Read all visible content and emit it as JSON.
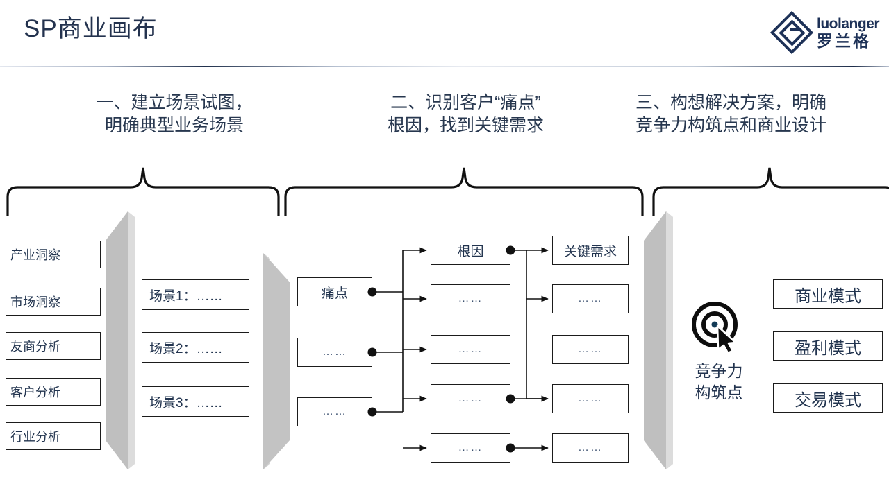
{
  "header": {
    "title": "SP商业画布",
    "logo": {
      "latin": "luolanger",
      "chinese": "罗兰格",
      "mark": "diamond-logo-icon"
    }
  },
  "sections": [
    {
      "id": "one",
      "heading": "一、建立场景试图，\n明确典型业务场景"
    },
    {
      "id": "two",
      "heading": "二、识别客户“痛点”\n根因，找到关键需求"
    },
    {
      "id": "three",
      "heading": "三、构想解决方案，明确\n竞争力构筑点和商业设计"
    }
  ],
  "section_one": {
    "insights": [
      {
        "label": "产业洞察"
      },
      {
        "label": "市场洞察"
      },
      {
        "label": "友商分析"
      },
      {
        "label": "客户分析"
      },
      {
        "label": "行业分析"
      }
    ],
    "scenes": [
      {
        "label": "场景1：……"
      },
      {
        "label": "场景2：……"
      },
      {
        "label": "场景3：……"
      }
    ]
  },
  "section_two": {
    "pain_points": [
      {
        "label": "痛点"
      },
      {
        "label": "……"
      },
      {
        "label": "……"
      }
    ],
    "root_causes": [
      {
        "label": "根因"
      },
      {
        "label": "……"
      },
      {
        "label": "……"
      },
      {
        "label": "……"
      },
      {
        "label": "……"
      }
    ],
    "key_needs": [
      {
        "label": "关键需求"
      },
      {
        "label": "……"
      },
      {
        "label": "……"
      },
      {
        "label": "……"
      },
      {
        "label": "……"
      }
    ]
  },
  "section_three": {
    "competitiveness": {
      "icon": "target-cursor-icon",
      "label": "竞争力\n构筑点"
    },
    "models": [
      {
        "label": "商业模式"
      },
      {
        "label": "盈利模式"
      },
      {
        "label": "交易模式"
      }
    ]
  },
  "colors": {
    "title": "#23324e",
    "text": "#22344f",
    "line": "#1b1b1b",
    "plate": "#bfbfbf",
    "plate_edge": "#d9d9d9",
    "background": "#ffffff"
  }
}
